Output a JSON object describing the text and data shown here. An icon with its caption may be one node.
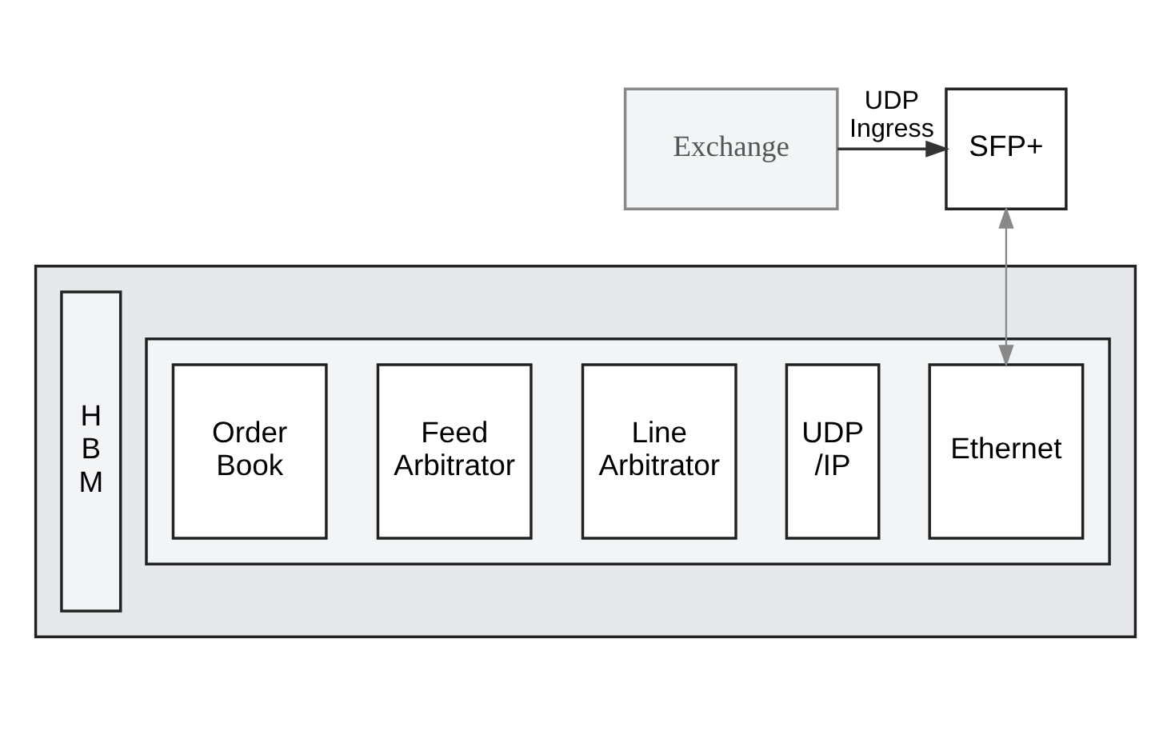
{
  "diagram": {
    "nodes": [
      {
        "text": [
          "Exchange"
        ]
      },
      {
        "text": [
          "SFP+"
        ]
      },
      {
        "text": [],
        "shape": "box"
      },
      {
        "text": [
          "H B M"
        ],
        "in": 2
      },
      {
        "text": [],
        "shape": "box",
        "in": 2
      },
      {
        "text": [
          "Order Book"
        ],
        "in": 4
      },
      {
        "text": [
          "Feed Arbitrator"
        ],
        "in": 4
      },
      {
        "text": [
          "Line Arbitrator"
        ],
        "in": 4
      },
      {
        "text": [
          "UDP /IP"
        ],
        "in": 4
      },
      {
        "text": [
          "Ethernet"
        ],
        "in": 4
      }
    ],
    "edges": [
      {
        "from": 0,
        "to": 1,
        "arrow": "to",
        "label": "UDP Ingress"
      },
      {
        "from": 1,
        "to": 9,
        "arrow": "both",
        "color": "#888888"
      }
    ]
  }
}
